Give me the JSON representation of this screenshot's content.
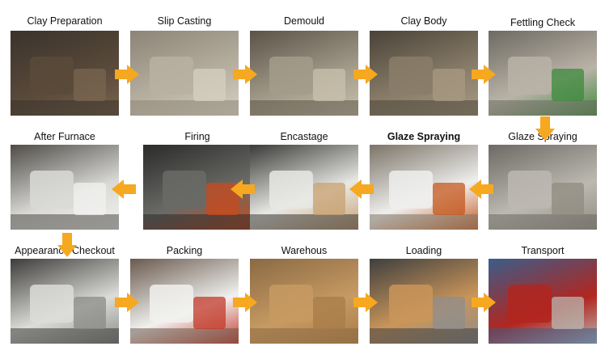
{
  "steps": [
    {
      "label": "Clay Preparation",
      "bold": false,
      "colors": [
        "#3a332c",
        "#5a4a3a",
        "#7a6650"
      ]
    },
    {
      "label": "Slip Casting",
      "bold": false,
      "colors": [
        "#8c8577",
        "#b8b1a2",
        "#d6d0c2"
      ]
    },
    {
      "label": "Demould",
      "bold": false,
      "colors": [
        "#5b5347",
        "#a39c8b",
        "#c9c1ad"
      ]
    },
    {
      "label": "Clay Body",
      "bold": false,
      "colors": [
        "#4a4339",
        "#8a7e6a",
        "#a89a82"
      ]
    },
    {
      "label": "Fettling  Check",
      "bold": false,
      "colors": [
        "#6e6a62",
        "#b9b3a7",
        "#3c8a3c"
      ]
    },
    {
      "label": "After Furnace",
      "bold": false,
      "colors": [
        "#4f4c47",
        "#d9d9d6",
        "#f2f2f0"
      ]
    },
    {
      "label": "Firing",
      "bold": false,
      "colors": [
        "#2b2b2b",
        "#6a6a66",
        "#c94a1c"
      ]
    },
    {
      "label": "Encastage",
      "bold": false,
      "colors": [
        "#3a3a38",
        "#e8e8e4",
        "#c8a070"
      ]
    },
    {
      "label": "Glaze Spraying",
      "bold": true,
      "colors": [
        "#7c7468",
        "#efefed",
        "#c4571e"
      ]
    },
    {
      "label": "Glaze Spraying",
      "bold": false,
      "colors": [
        "#6c6a64",
        "#bcb9b1",
        "#8f8b80"
      ]
    },
    {
      "label": "Appearance Checkout",
      "bold": false,
      "colors": [
        "#3d3c3a",
        "#dcdcd8",
        "#8a8a86"
      ]
    },
    {
      "label": "Packing",
      "bold": false,
      "colors": [
        "#6a5a4e",
        "#f1f1ef",
        "#c23a2a"
      ]
    },
    {
      "label": "Warehous",
      "bold": false,
      "colors": [
        "#8a6a44",
        "#c79a62",
        "#a87c48"
      ]
    },
    {
      "label": "Loading",
      "bold": false,
      "colors": [
        "#3f3f3f",
        "#c9955a",
        "#8d8d8d"
      ]
    },
    {
      "label": "Transport",
      "bold": false,
      "colors": [
        "#3a5d8a",
        "#b2261f",
        "#b8b8b2"
      ]
    }
  ],
  "arrow_color": "#f6a820"
}
